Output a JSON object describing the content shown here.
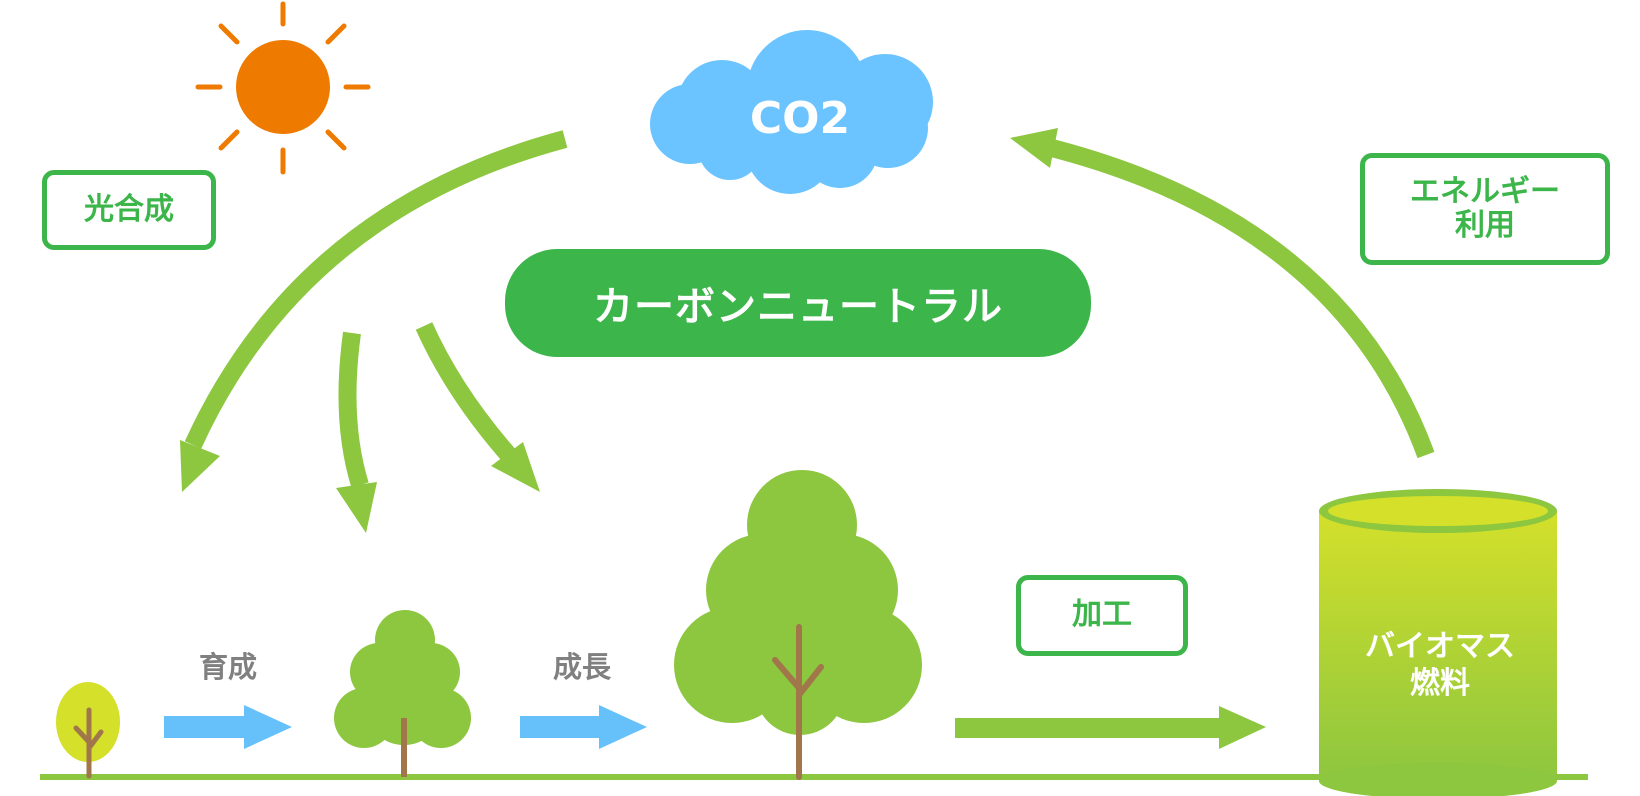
{
  "diagram": {
    "cloud_label": "CO2",
    "title": "カーボンニュートラル",
    "photosynthesis_label": "光合成",
    "energy_use_label": [
      "エネルギー",
      "利用"
    ],
    "nurture_label": "育成",
    "growth_label": "成長",
    "processing_label": "加工",
    "biomass_fuel_label": [
      "バイオマス",
      "燃料"
    ]
  },
  "colors": {
    "green_accent": "#3cb54a",
    "arrow_green": "#8dc63f",
    "tree_green": "#8dc63f",
    "sapling_yellow": "#d4e02a",
    "trunk_brown": "#a0764a",
    "sun_orange": "#ef7a00",
    "cloud_blue": "#6bc4ff",
    "flow_arrow_blue": "#66c1fb",
    "label_grey": "#808080",
    "ground": "#8dc63f"
  }
}
